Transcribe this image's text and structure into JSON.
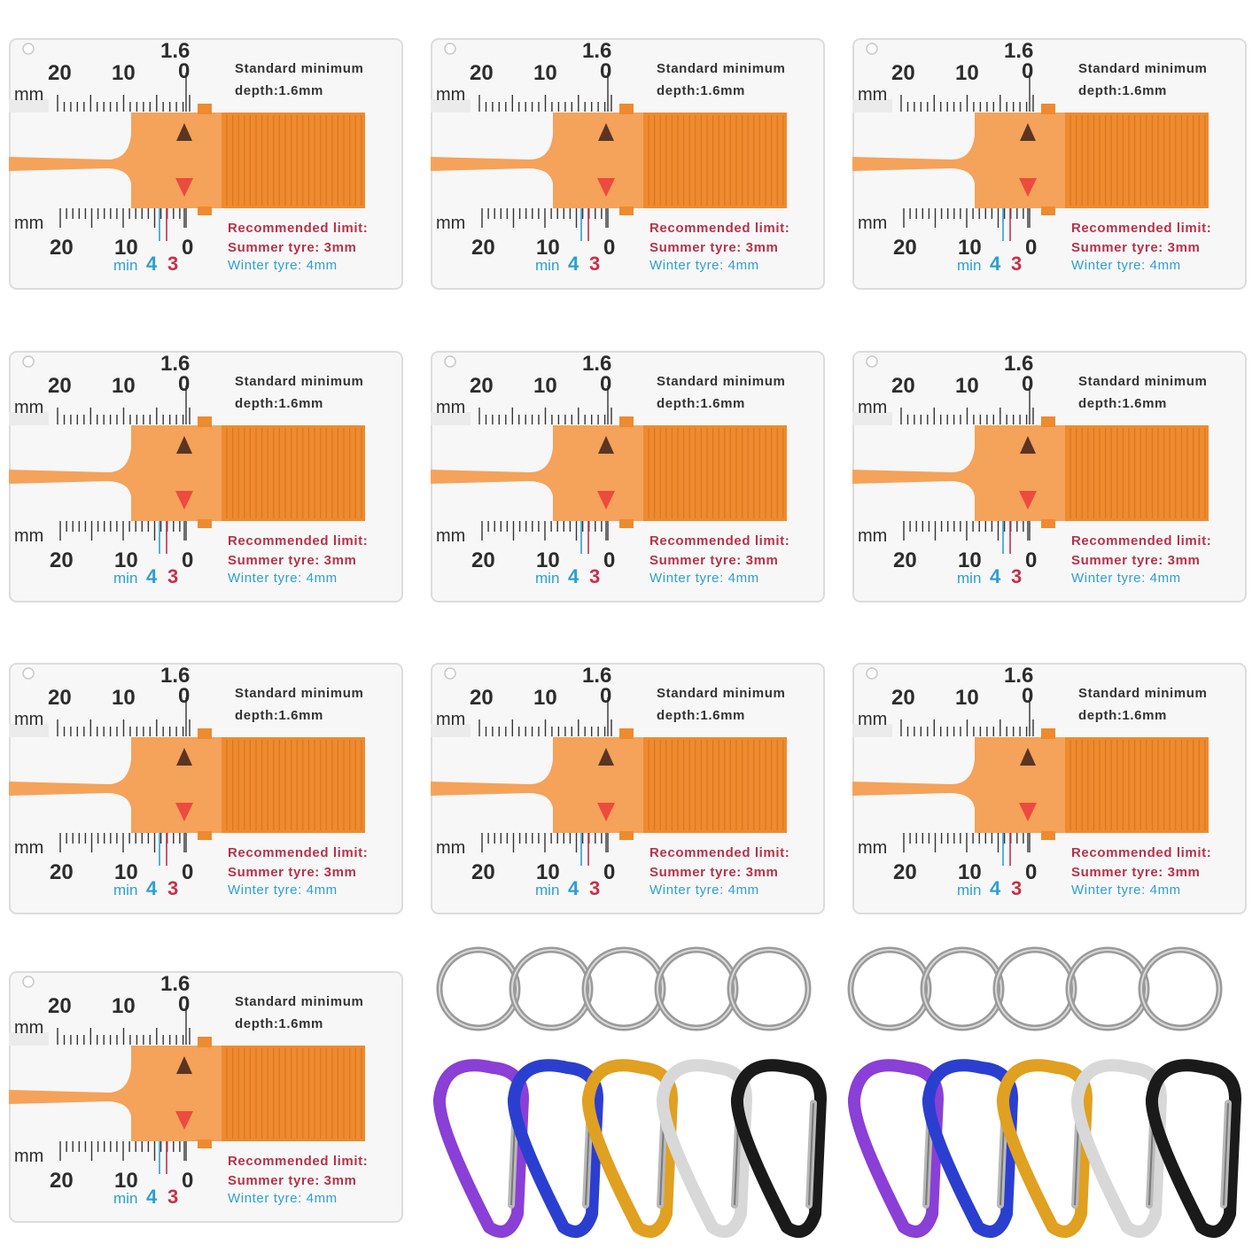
{
  "gauge": {
    "scale_numbers": {
      "n20": "20",
      "n10": "10",
      "n0": "0",
      "n16": "1.6"
    },
    "unit": "mm",
    "standard_line1": "Standard minimum",
    "standard_line2": "depth:1.6mm",
    "recommended": "Recommended limit:",
    "summer": "Summer tyre: 3mm",
    "winter": "Winter tyre: 4mm",
    "min_label": "min",
    "four": "4",
    "three": "3"
  },
  "colors": {
    "card": "#f7f7f7",
    "card_border": "#dcdcdc",
    "slider_orange": "#f5a25a",
    "slider_dark": "#ee8a2f",
    "arrow_dark": "#5a3522",
    "arrow_red": "#ec4b3d",
    "red_text": "#b5334a",
    "blue_text": "#2e9fd0"
  },
  "carabiner_colors": [
    "#8a3fd6",
    "#2a3fd0",
    "#e0a020",
    "#d8d8d8",
    "#1a1a1a"
  ],
  "gauge_count": 10,
  "ring_count": 10,
  "carabiner_count": 10
}
